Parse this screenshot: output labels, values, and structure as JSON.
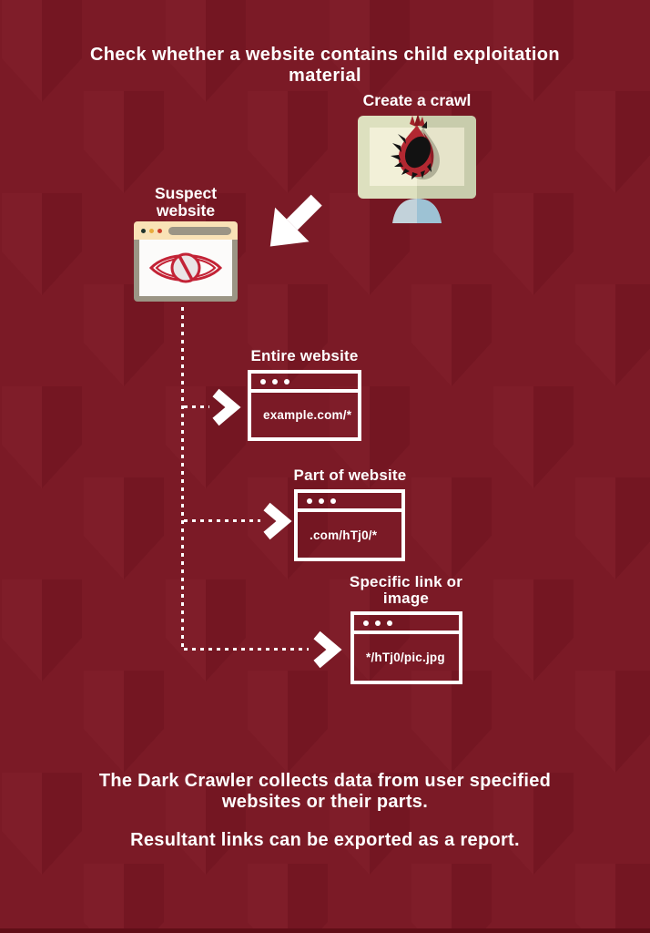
{
  "title": "Check whether a website contains child exploitation\nmaterial",
  "create_crawl": {
    "label": "Create a crawl"
  },
  "suspect": {
    "label": "Suspect\nwebsite"
  },
  "options": [
    {
      "label": "Entire website",
      "url": "example.com/*"
    },
    {
      "label": "Part of website",
      "url": ".com/hTj0/*"
    },
    {
      "label": "Specific link or\nimage",
      "url": "*/hTj0/pic.jpg"
    }
  ],
  "footer": {
    "line1": "The Dark Crawler collects data from user specified\nwebsites or their parts.",
    "line2": "Resultant links can be exported as a report."
  },
  "colors": {
    "background": "#7B1A26",
    "accent_red": "#C32336",
    "monitor_body": "#DDE0BF",
    "monitor_screen": "#F2F0D8",
    "stand_blue": "#AFC9D8",
    "browser_bar_tan": "#F9E2B6",
    "browser_chrome_gray": "#9B9585",
    "line_white": "#FFFFFF",
    "bottom_edge": "#600E17"
  },
  "icons": {
    "monitor": "computer-monitor-with-onion-logo",
    "onion": "dark-crawler-onion-bug-logo",
    "suspect_browser": "browser-window-with-blocked-eye",
    "blocked_eye": "eye-with-prohibition-sign",
    "big_arrow": "arrow-down-left",
    "chevron": "chevron-right",
    "connectors": "dashed-flow-lines"
  }
}
